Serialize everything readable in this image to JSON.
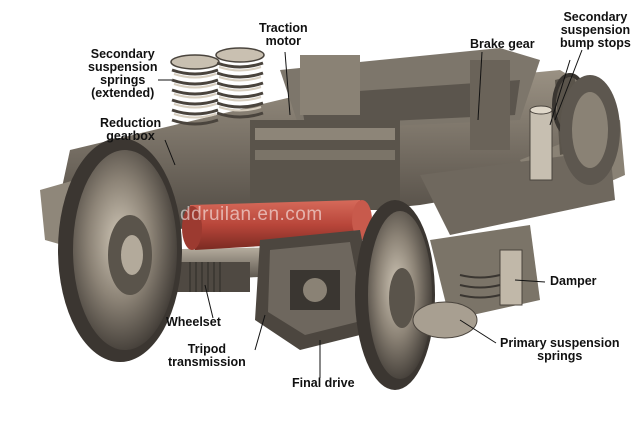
{
  "diagram": {
    "labels": {
      "secondary_springs": [
        "Secondary",
        "suspension",
        "springs",
        "(extended)"
      ],
      "reduction_gearbox": [
        "Reduction",
        "gearbox"
      ],
      "traction_motor": [
        "Traction",
        "motor"
      ],
      "brake_gear": [
        "Brake gear"
      ],
      "bump_stops": [
        "Secondary",
        "suspension",
        "bump stops"
      ],
      "damper": [
        "Damper"
      ],
      "primary_springs": [
        "Primary suspension",
        "springs"
      ],
      "final_drive": [
        "Final drive"
      ],
      "tripod_transmission": [
        "Tripod",
        "transmission"
      ],
      "wheelset": [
        "Wheelset"
      ]
    },
    "watermark": "ddruilan.en.com"
  },
  "colors": {
    "metal_dark": "#3a3631",
    "metal_mid": "#6e675e",
    "metal_light": "#a39a8c",
    "highlight": "#d8cfc0",
    "red_shaft": "#b8463a",
    "text": "#111111"
  }
}
